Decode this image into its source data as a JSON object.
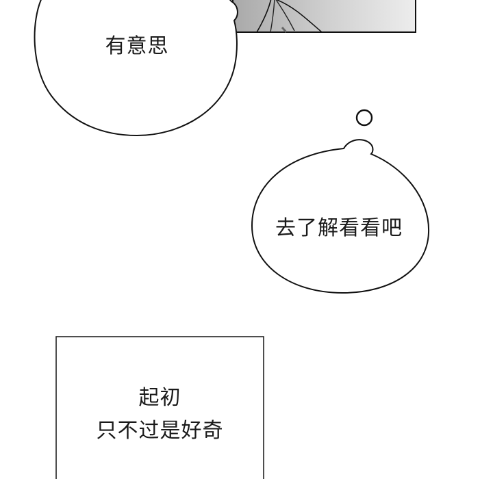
{
  "colors": {
    "background": "#ffffff",
    "ink": "#111111",
    "panel_gradient_start": "#aaaaaa",
    "panel_gradient_end": "#ececec"
  },
  "panel_top": {
    "description": "partial illustrated panel with grey gradient and line art"
  },
  "bubble_1": {
    "text": "有意思"
  },
  "bubble_2": {
    "text": "去了解看看吧"
  },
  "caption_box": {
    "line1": "起初",
    "line2": "只不过是好奇"
  }
}
